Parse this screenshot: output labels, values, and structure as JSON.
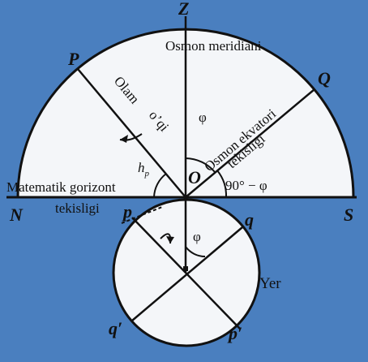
{
  "points": {
    "zenith": "Z",
    "north": "N",
    "south": "S",
    "celestial_pole": "P",
    "equator_point": "Q",
    "center": "O",
    "earth_pole": "p",
    "earth_equator": "q",
    "earth_pole_opposite": "p′",
    "earth_equator_opposite": "q′"
  },
  "labels": {
    "meridian": "Osmon meridiani",
    "world_axis_1": "Olam",
    "world_axis_2": "o’qi",
    "equator_plane_1": "Osmon ekvatori",
    "equator_plane_2": "tekisligi",
    "horizon_plane_1": "Matematik gorizont",
    "horizon_plane_2": "tekisligi",
    "earth": "Yer",
    "phi_upper": "φ",
    "phi_lower": "φ",
    "colatitude": "90° − φ",
    "pole_height": "h",
    "pole_height_sub": "p"
  },
  "colors": {
    "background": "#4a7fbf",
    "sky": "#f4f6f9",
    "line": "#111111"
  }
}
